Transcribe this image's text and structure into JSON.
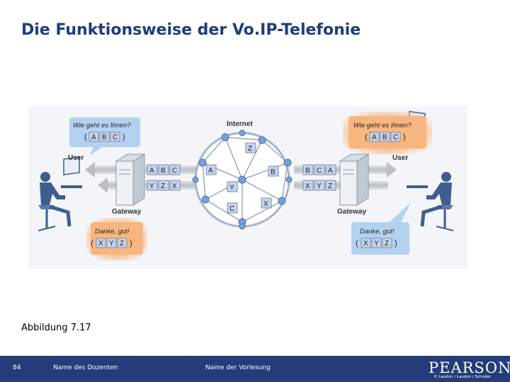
{
  "slide": {
    "title": "Die Funktionsweise der Vo.IP-Telefonie",
    "caption": "Abbildung 7.17"
  },
  "diagram": {
    "internet_label": "Internet",
    "left_user_label": "User",
    "right_user_label": "User",
    "left_gateway_label": "Gateway",
    "right_gateway_label": "Gateway",
    "bubble_question": "Wie geht es Ihnen?",
    "bubble_answer": "Danke, gut!",
    "question_packets": [
      "A",
      "B",
      "C"
    ],
    "answer_packets": [
      "X",
      "Y",
      "Z"
    ],
    "left_out_packets": [
      "A",
      "B",
      "C"
    ],
    "left_in_packets": [
      "Y",
      "Z",
      "X"
    ],
    "right_in_packets": [
      "B",
      "C",
      "A"
    ],
    "right_out_packets": [
      "X",
      "Y",
      "Z"
    ],
    "network_packets": [
      "Z",
      "A",
      "B",
      "Y",
      "C",
      "X"
    ],
    "paren_open": "(",
    "paren_close": ")",
    "colors": {
      "orange": "#f7b680",
      "blue": "#b4d1f0",
      "packet": "#c5d4ee",
      "node": "#7c9ed8"
    }
  },
  "footer": {
    "page_number": "84",
    "lecturer": "Name des Dozenten",
    "course": "Name der Vorlesung",
    "logo": "PEARSON",
    "copyright": "© Laudon / Laudon / Schoder"
  }
}
